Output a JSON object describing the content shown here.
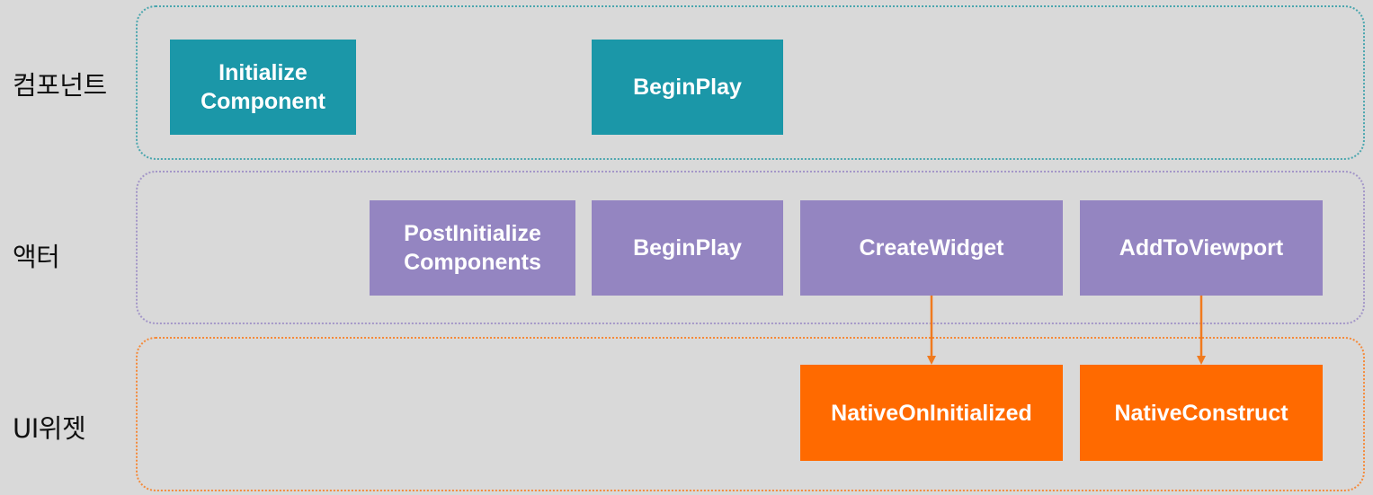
{
  "rows": {
    "component": {
      "label": "컴포넌트",
      "color": "#1b97a8",
      "border_color": "#4aa6ae",
      "boxes": {
        "initialize_component": "Initialize\nComponent",
        "begin_play": "BeginPlay"
      }
    },
    "actor": {
      "label": "액터",
      "color": "#9485c1",
      "border_color": "#a497c8",
      "boxes": {
        "post_initialize_components": "PostInitialize\nComponents",
        "begin_play": "BeginPlay",
        "create_widget": "CreateWidget",
        "add_to_viewport": "AddToViewport"
      }
    },
    "ui_widget": {
      "label": "UI위젯",
      "color": "#ff6a00",
      "border_color": "#f58a3a",
      "boxes": {
        "native_on_initialized": "NativeOnInitialized",
        "native_construct": "NativeConstruct"
      }
    }
  },
  "arrow_color": "#f07a1e"
}
